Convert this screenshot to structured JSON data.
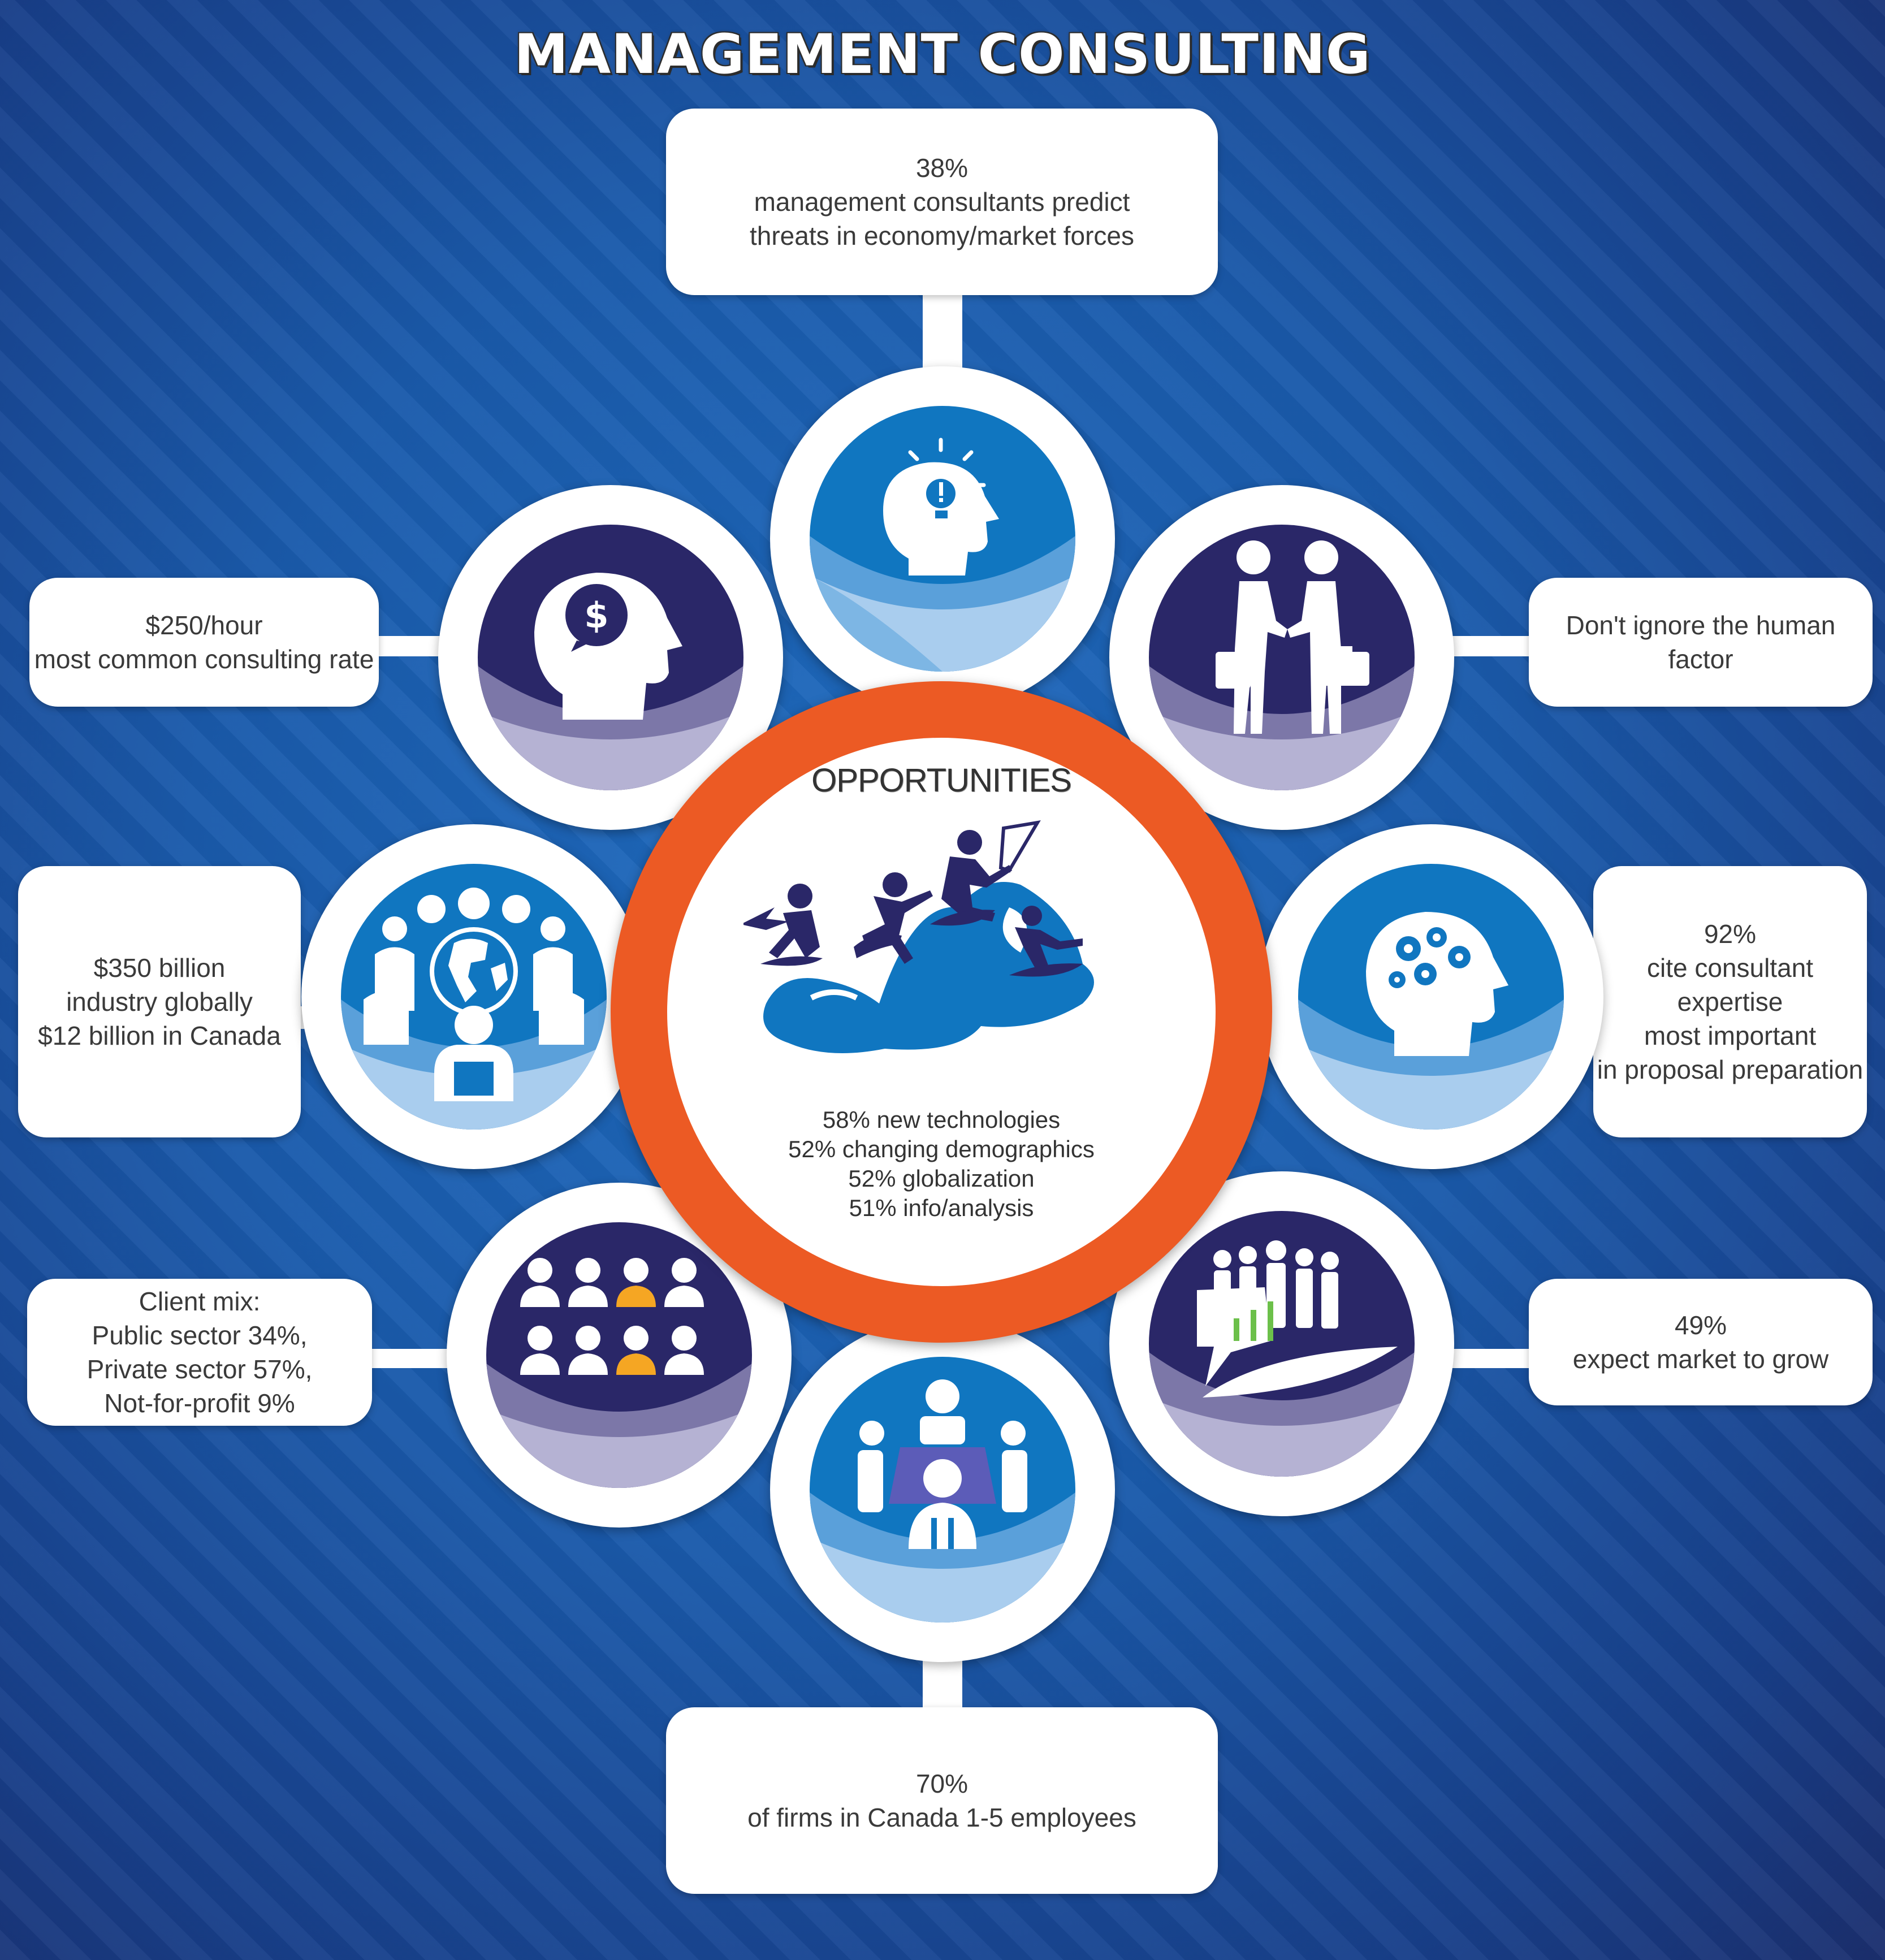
{
  "title": "MANAGEMENT CONSULTING",
  "colors": {
    "navy": "#2a2768",
    "blue": "#1076c0",
    "orange": "#ec5a24",
    "white": "#ffffff",
    "background": "#1a5aab"
  },
  "center": {
    "heading": "OPPORTUNITIES",
    "icon": "surfers-wave-icon",
    "items": [
      "58% new technologies",
      "52% changing demographics",
      "52% globalization",
      "51% info/analysis"
    ]
  },
  "boxes": {
    "top": [
      "38%",
      "management consultants predict",
      "threats in economy/market forces"
    ],
    "upper_left": [
      "$250/hour",
      "most common consulting rate"
    ],
    "upper_right": [
      "Don't ignore the human",
      "factor"
    ],
    "middle_left": [
      "$350 billion",
      "industry globally",
      "$12 billion in Canada"
    ],
    "middle_right": [
      "92%",
      "cite consultant expertise",
      "most important",
      "in proposal preparation"
    ],
    "lower_left": [
      "Client mix:",
      "Public sector 34%,",
      "Private sector 57%,",
      "Not-for-profit 9%"
    ],
    "lower_right": [
      "49%",
      "expect market to grow"
    ],
    "bottom": [
      "70%",
      "of firms in Canada 1-5 employees"
    ]
  },
  "icons": {
    "top": "head-lightbulb-icon",
    "upper_left": "head-dollar-icon",
    "upper_right": "handshake-icon",
    "middle_left": "globe-people-icon",
    "middle_right": "head-gears-icon",
    "lower_left": "staff-group-icon",
    "lower_right": "growth-chart-people-icon",
    "bottom": "meeting-table-icon"
  }
}
